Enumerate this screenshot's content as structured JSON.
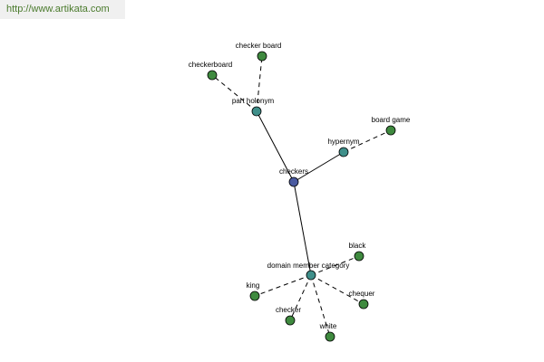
{
  "watermark": "http://www.artikata.com",
  "colors": {
    "center": "#4a5aa0",
    "relation": "#3f8f8a",
    "leaf": "#3f8a3f"
  },
  "nodes": [
    {
      "id": "checkers",
      "label": "checkers",
      "kind": "center"
    },
    {
      "id": "part-holonym",
      "label": "part holonym",
      "kind": "relation"
    },
    {
      "id": "hypernym",
      "label": "hypernym",
      "kind": "relation"
    },
    {
      "id": "domain-member-category",
      "label": "domain member category",
      "kind": "relation"
    },
    {
      "id": "checker-board",
      "label": "checker board",
      "kind": "leaf"
    },
    {
      "id": "checkerboard",
      "label": "checkerboard",
      "kind": "leaf"
    },
    {
      "id": "board-game",
      "label": "board game",
      "kind": "leaf"
    },
    {
      "id": "black",
      "label": "black",
      "kind": "leaf"
    },
    {
      "id": "king",
      "label": "king",
      "kind": "leaf"
    },
    {
      "id": "checker",
      "label": "checker",
      "kind": "leaf"
    },
    {
      "id": "white",
      "label": "white",
      "kind": "leaf"
    },
    {
      "id": "chequer",
      "label": "chequer",
      "kind": "leaf"
    }
  ],
  "edges": [
    {
      "from": "checkers",
      "to": "part-holonym",
      "style": "solid"
    },
    {
      "from": "checkers",
      "to": "hypernym",
      "style": "solid"
    },
    {
      "from": "checkers",
      "to": "domain-member-category",
      "style": "solid"
    },
    {
      "from": "part-holonym",
      "to": "checker-board",
      "style": "dashed"
    },
    {
      "from": "part-holonym",
      "to": "checkerboard",
      "style": "dashed"
    },
    {
      "from": "hypernym",
      "to": "board-game",
      "style": "dashed"
    },
    {
      "from": "domain-member-category",
      "to": "black",
      "style": "dashed"
    },
    {
      "from": "domain-member-category",
      "to": "king",
      "style": "dashed"
    },
    {
      "from": "domain-member-category",
      "to": "checker",
      "style": "dashed"
    },
    {
      "from": "domain-member-category",
      "to": "white",
      "style": "dashed"
    },
    {
      "from": "domain-member-category",
      "to": "chequer",
      "style": "dashed"
    }
  ]
}
